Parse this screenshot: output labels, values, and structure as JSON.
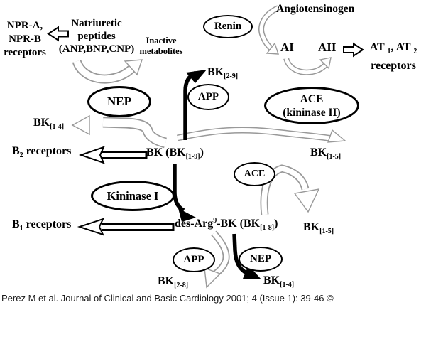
{
  "caption": "Perez M et al. Journal of Clinical and Basic Cardiology 2001; 4 (Issue 1): 39-46 ©",
  "labels": {
    "npr": {
      "l1": "NPR-A,",
      "l2": "NPR-B",
      "l3": "receptors"
    },
    "natriuretic": {
      "l1": "Natriuretic",
      "l2": "peptides",
      "l3": "(ANP,BNP,CNP)"
    },
    "inactive": {
      "l1": "Inactive",
      "l2": "metabolites"
    },
    "renin": "Renin",
    "angiotensinogen": "Angiotensinogen",
    "ai": "AI",
    "aii": "AII",
    "at": {
      "base1": "AT",
      "sub1": "1",
      "sep": ", ",
      "base2": "AT",
      "sub2": "2",
      "l2": "receptors"
    },
    "bk29": {
      "base": "BK",
      "sub": "[2-9]"
    },
    "nep_top": "NEP",
    "app_top": "APP",
    "ace_k2": {
      "l1": "ACE",
      "l2": "(kininase II)"
    },
    "bk14_left": {
      "base": "BK",
      "sub": "[1-4]"
    },
    "b2": {
      "base": "B",
      "sub": "2",
      "rest": " receptors"
    },
    "bk19": {
      "pre": "BK (BK",
      "sub": "[1-9]",
      "post": ")"
    },
    "bk15_upper": {
      "base": "BK",
      "sub": "[1-5]"
    },
    "ace_small": "ACE",
    "kininase1": "Kininase I",
    "b1": {
      "base": "B",
      "sub": "1",
      "rest": " receptors"
    },
    "des_arg": {
      "pre": "des-Arg",
      "sup": "9",
      "mid": "-BK (BK",
      "sub": "[1-8]",
      "post": ")"
    },
    "bk15_lower": {
      "base": "BK",
      "sub": "[1-5]"
    },
    "app_bottom": "APP",
    "nep_bottom": "NEP",
    "bk28": {
      "base": "BK",
      "sub": "[2-8]"
    },
    "bk14_bottom": {
      "base": "BK",
      "sub": "[1-4]"
    }
  },
  "colors": {
    "background": "#ffffff",
    "text": "#000000",
    "solid_arrow": "#000000",
    "hollow_arrow_outline": "#999999"
  }
}
